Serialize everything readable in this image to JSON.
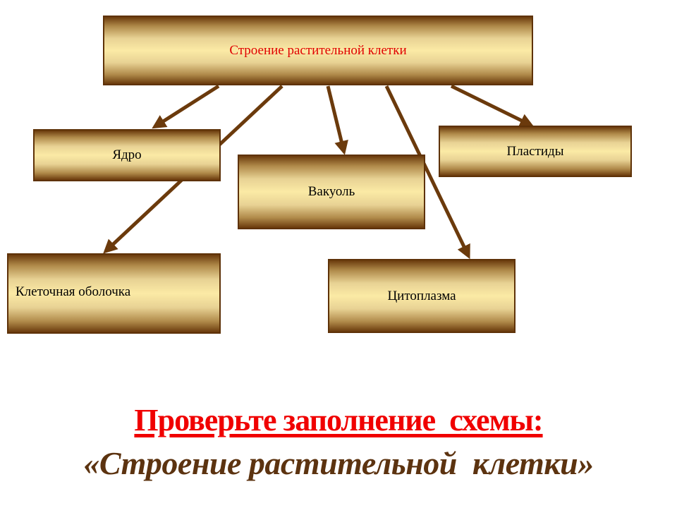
{
  "diagram": {
    "root": "Строение растительной клетки",
    "nodes": [
      "Ядро",
      "Вакуоль",
      "Пластиды",
      "Клеточная оболочка",
      "Цитоплазма"
    ]
  },
  "caption": {
    "line1": "Проверьте заполнение  схемы:",
    "line2": "«Строение растительной  клетки»"
  },
  "colors": {
    "arrow": "#6b3a0c",
    "root_text": "#e00000",
    "title": "#f00000",
    "subtitle": "#5c3310"
  }
}
